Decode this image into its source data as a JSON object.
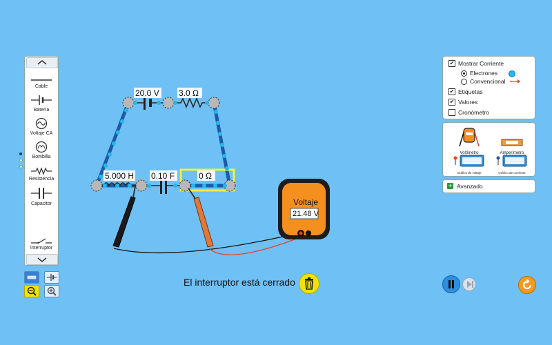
{
  "toolbox": {
    "items": [
      {
        "label": "Cable",
        "icon": "wire-icon"
      },
      {
        "label": "Batería",
        "icon": "battery-icon"
      },
      {
        "label": "Voltaje CA",
        "icon": "ac-voltage-icon"
      },
      {
        "label": "Bombilla",
        "icon": "light-bulb-icon"
      },
      {
        "label": "Resistencia",
        "icon": "resistor-icon"
      },
      {
        "label": "Capacitor",
        "icon": "capacitor-icon"
      },
      {
        "label": "Interruptor",
        "icon": "switch-icon"
      }
    ]
  },
  "circuit": {
    "battery_label": "20.0 V",
    "resistor_label": "3.0 Ω",
    "inductor_label": "5.000 H",
    "capacitor_label": "0.10 F",
    "switch_label": "0 Ω"
  },
  "voltmeter": {
    "title": "Voltaje",
    "reading": "21.48 V"
  },
  "options": {
    "show_current": "Mostrar Corriente",
    "electrons": "Electrones",
    "conventional": "Convencional",
    "labels": "Etiquetas",
    "values": "Valores",
    "stopwatch": "Cronómetro"
  },
  "tools": {
    "voltmeter": "Voltímetro",
    "ammeter": "Amperímetro",
    "voltage_chart": "Gráfico de voltaje",
    "current_chart": "Gráfico de corriente"
  },
  "advanced": {
    "label": "Avanzado"
  },
  "status": {
    "message": "El interruptor está cerrado"
  },
  "colors": {
    "background": "#6fc0f5",
    "electron": "#22b8e8",
    "meter_orange": "#f5901e",
    "selection": "#eef23a",
    "probe_red": "#e8402a",
    "trash_yellow": "#f2e20c"
  }
}
